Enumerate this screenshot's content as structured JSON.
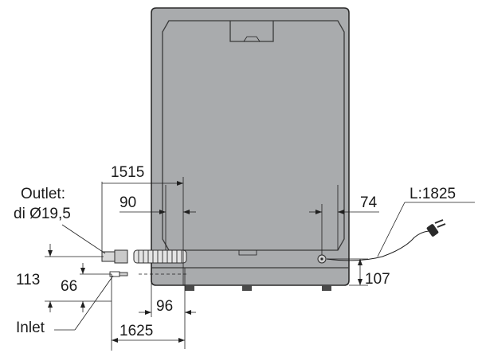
{
  "labels": {
    "outlet_line1": "Outlet:",
    "outlet_line2": "di Ø19,5",
    "inlet": "Inlet",
    "cable": "L:1825"
  },
  "dimensions": {
    "d1515": "1515",
    "d90": "90",
    "d74": "74",
    "d113": "113",
    "d66": "66",
    "d107": "107",
    "d96": "96",
    "d1625": "1625"
  },
  "colors": {
    "cabinet": "#a9abad",
    "line": "#1f1f1f"
  }
}
